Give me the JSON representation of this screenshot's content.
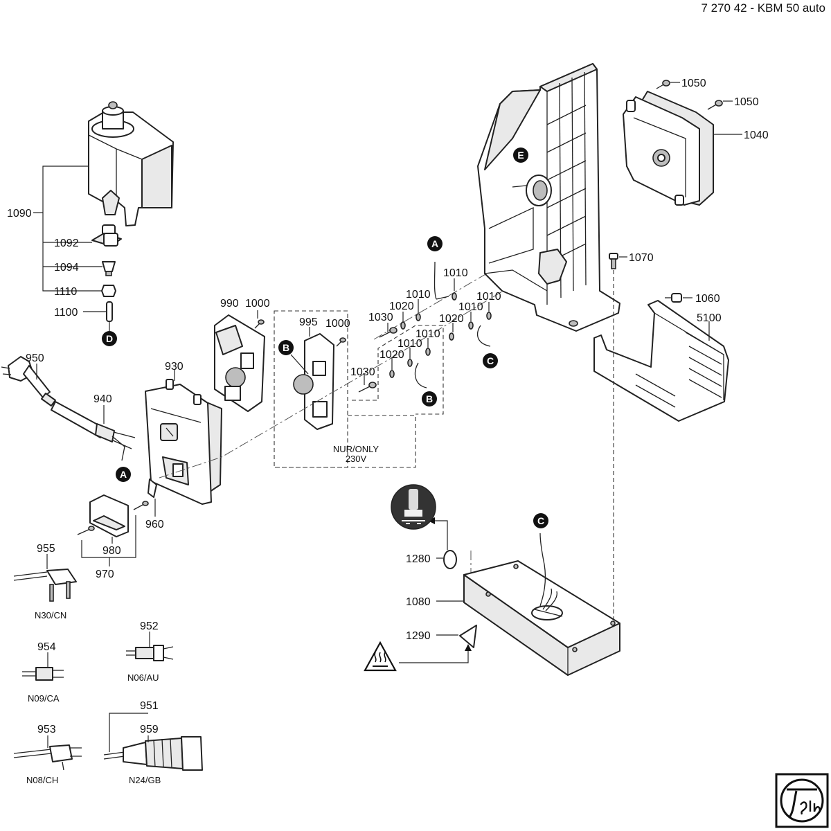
{
  "title": "7 270 42 - KBM 50 auto",
  "labels": {
    "p1090": "1090",
    "p1092": "1092",
    "p1094": "1094",
    "p1110": "1110",
    "p1100": "1100",
    "p950": "950",
    "p940": "940",
    "p930": "930",
    "p960": "960",
    "p980": "980",
    "p970": "970",
    "p955": "955",
    "p952": "952",
    "p954": "954",
    "p951": "951",
    "p959": "959",
    "p953": "953",
    "p990": "990",
    "p1000a": "1000",
    "p995": "995",
    "p1000b": "1000",
    "p1030a": "1030",
    "p1020a": "1020",
    "p1010a": "1010",
    "p1010b": "1010",
    "p1030b": "1030",
    "p1020b": "1020",
    "p1010c": "1010",
    "p1010d": "1010",
    "p1020c": "1020",
    "p1010e": "1010",
    "p1010f": "1010",
    "p1050a": "1050",
    "p1050b": "1050",
    "p1040": "1040",
    "p1070": "1070",
    "p1060": "1060",
    "p5100": "5100",
    "p1280": "1280",
    "p1080": "1080",
    "p1290": "1290"
  },
  "plug_variants": {
    "v955": "N30/CN",
    "v952": "N06/AU",
    "v954": "N09/CA",
    "v953": "N08/CH",
    "v959": "N24/GB"
  },
  "note": {
    "line1": "NUR/ONLY",
    "line2": "230V"
  },
  "markers": {
    "a1": "A",
    "a2": "A",
    "b1": "B",
    "b2": "B",
    "c1": "C",
    "c2": "C",
    "d1": "D",
    "e1": "E"
  },
  "icons": [
    "warning-hot-surface-icon",
    "magnet-base-operation-icon",
    "fein-logo-icon"
  ]
}
